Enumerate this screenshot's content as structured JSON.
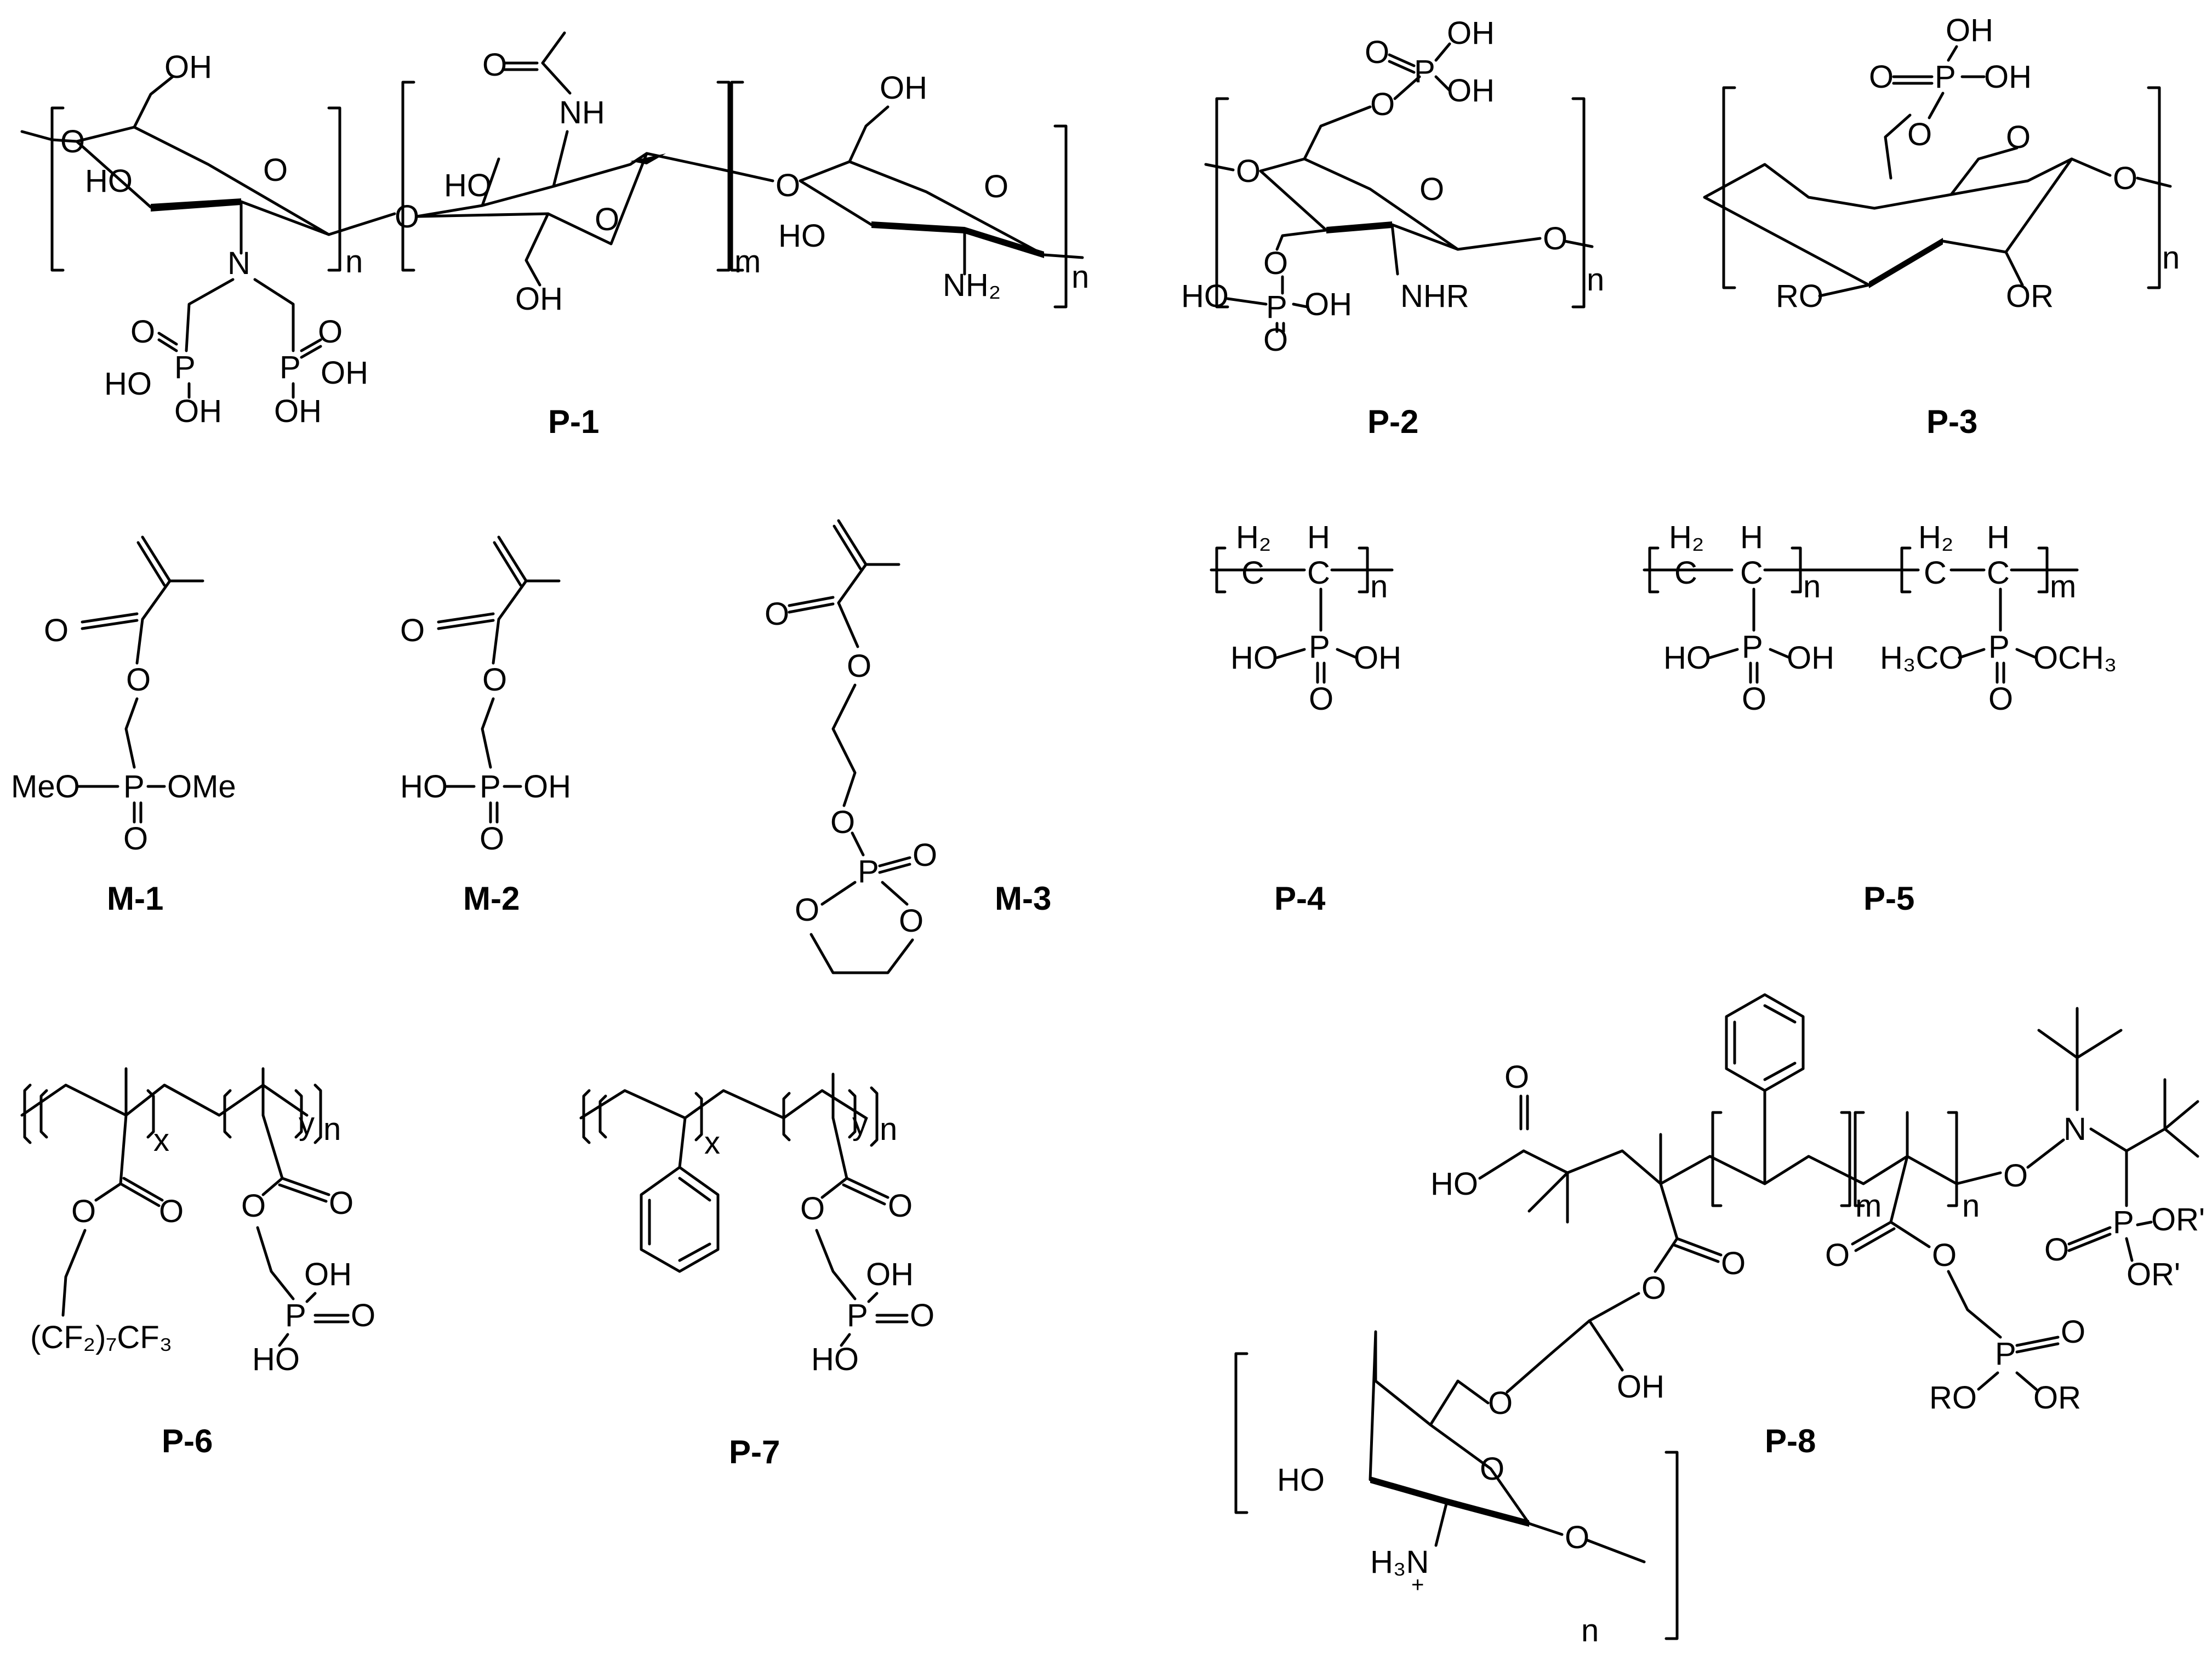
{
  "compounds": {
    "p1": {
      "label": "P-1"
    },
    "p2": {
      "label": "P-2"
    },
    "p3": {
      "label": "P-3"
    },
    "m1": {
      "label": "M-1"
    },
    "m2": {
      "label": "M-2"
    },
    "m3": {
      "label": "M-3"
    },
    "p4": {
      "label": "P-4"
    },
    "p5": {
      "label": "P-5"
    },
    "p6": {
      "label": "P-6"
    },
    "p7": {
      "label": "P-7"
    },
    "p8": {
      "label": "P-8"
    }
  },
  "atoms": {
    "O": "O",
    "OH": "OH",
    "HO": "HO",
    "N": "N",
    "NH": "NH",
    "NH2": "NH₂",
    "NHR": "NHR",
    "P": "P",
    "RO": "RO",
    "OR": "OR",
    "ROp": "R'",
    "MeO": "MeO",
    "OMe": "OMe",
    "H2": "H₂",
    "H": "H",
    "C": "C",
    "H3CO": "H₃CO",
    "OCH3": "OCH₃",
    "CF": "(CF₂)₇CF₃",
    "H3N": "H₃N",
    "plus": "+",
    "ORp": "OR'"
  },
  "indices": {
    "n": "n",
    "m": "m",
    "x": "x",
    "y": "y"
  }
}
